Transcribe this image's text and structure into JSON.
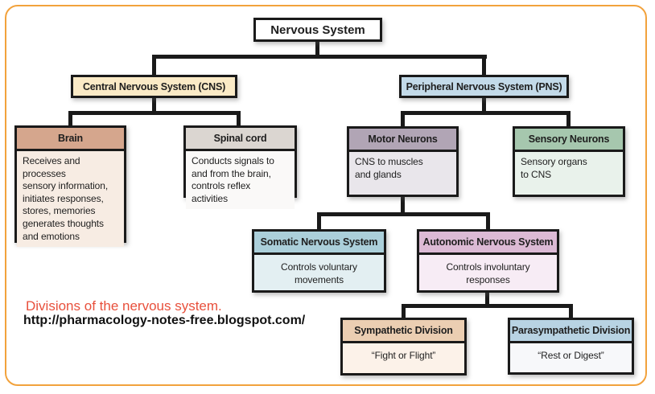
{
  "diagram": {
    "root": {
      "label": "Nervous System",
      "bg": "#ffffff"
    },
    "cns": {
      "label": "Central Nervous System (CNS)",
      "header_color": "#FAEAC6"
    },
    "pns": {
      "label": "Peripheral Nervous System (PNS)",
      "header_color": "#C3DAE9"
    },
    "brain": {
      "title": "Brain",
      "body": "Receives and processes\nsensory information,\ninitiates responses,\nstores, memories\ngenerates thoughts\nand emotions",
      "header_color": "#D5A68D",
      "body_color": "#F7ECE3"
    },
    "spinal_cord": {
      "title": "Spinal cord",
      "body": "Conducts signals to\nand from the brain,\ncontrols reflex activities",
      "header_color": "#DBD6D1",
      "body_color": "#FAF9F8"
    },
    "motor_neurons": {
      "title": "Motor Neurons",
      "body": "CNS to muscles\nand glands",
      "header_color": "#B1A5B5",
      "body_color": "#E9E6EB"
    },
    "sensory_neurons": {
      "title": "Sensory Neurons",
      "body": "Sensory organs\nto CNS",
      "header_color": "#A6C7AE",
      "body_color": "#E9F2EB"
    },
    "somatic": {
      "title": "Somatic Nervous System",
      "body": "Controls voluntary\nmovements",
      "header_color": "#ABCFDA",
      "body_color": "#E3EFF2"
    },
    "autonomic": {
      "title": "Autonomic Nervous System",
      "body": "Controls involuntary\nresponses",
      "header_color": "#DCBAD5",
      "body_color": "#F7ECF5"
    },
    "sympathetic": {
      "title": "Sympathetic Division",
      "body": "“Fight or Flight”",
      "header_color": "#EBCEB2",
      "body_color": "#FCF2E9"
    },
    "parasympathetic": {
      "title": "Parasympathetic Division",
      "body": "“Rest or Digest”",
      "header_color": "#B8D3E3",
      "body_color": "#F7F8FA"
    }
  },
  "caption": {
    "title": "Divisions of the nervous system.",
    "title_color": "#E8503C",
    "url": "http://pharmacology-notes-free.blogspot.com/"
  },
  "frame": {
    "border_color": "#F2A23C"
  },
  "line_color": "#1A1A1A"
}
